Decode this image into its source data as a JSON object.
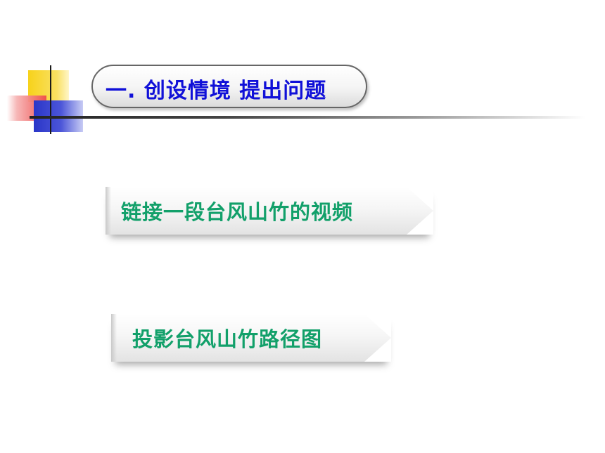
{
  "title": {
    "text": "一. 创设情境  提出问题"
  },
  "items": [
    {
      "label": "链接一段台风山竹的视频"
    },
    {
      "label": "投影台风山竹路径图"
    }
  ],
  "colors": {
    "title_text": "#1010d8",
    "item_text": "#12a06a",
    "accent_yellow": "#f7d21a",
    "accent_red": "#ef4a4a",
    "accent_blue": "#2a36c8"
  }
}
